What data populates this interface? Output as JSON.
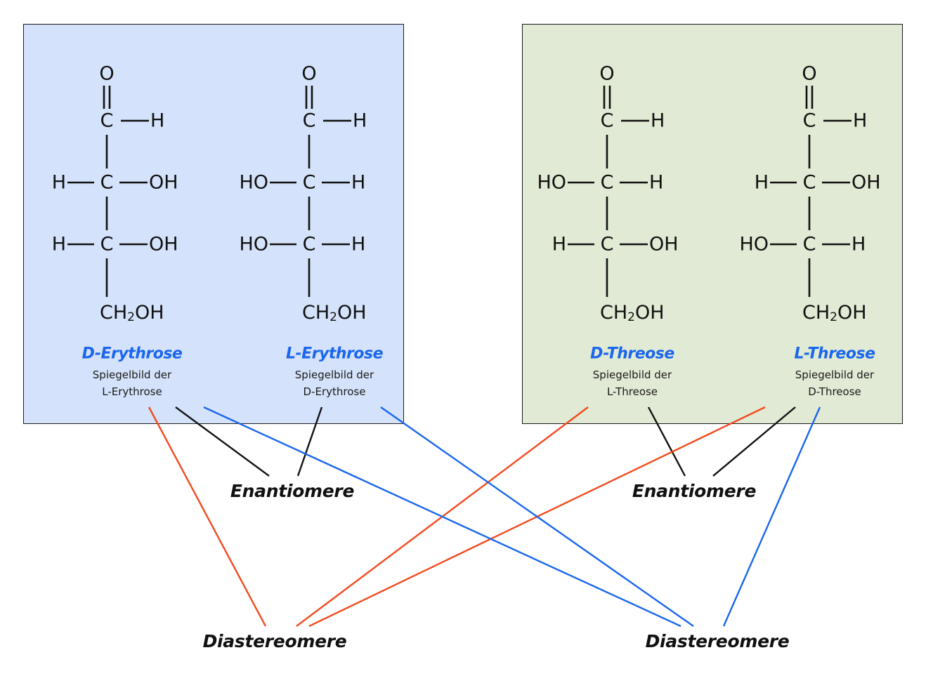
{
  "colors": {
    "erythrose_box": "#d4e2fb",
    "threose_box": "#e1ead4",
    "name_blue": "#1a66ee",
    "enantiomer_line": "#111111",
    "diastereomer_red": "#f24a1e",
    "diastereomer_blue": "#1a66ee"
  },
  "groups": [
    {
      "id": "erythrose",
      "molecules": [
        {
          "name": "D-Erythrose",
          "description_line1": "Spiegelbild der",
          "description_line2": "L-Erythrose",
          "top": {
            "o": "O",
            "c": "C",
            "right": "H"
          },
          "rows": [
            {
              "left": "H",
              "center": "C",
              "right": "OH"
            },
            {
              "left": "H",
              "center": "C",
              "right": "OH"
            }
          ],
          "bottom": {
            "main": "CH",
            "sub": "2",
            "tail": "OH"
          }
        },
        {
          "name": "L-Erythrose",
          "description_line1": "Spiegelbild der",
          "description_line2": "D-Erythrose",
          "top": {
            "o": "O",
            "c": "C",
            "right": "H"
          },
          "rows": [
            {
              "left": "HO",
              "center": "C",
              "right": "H"
            },
            {
              "left": "HO",
              "center": "C",
              "right": "H"
            }
          ],
          "bottom": {
            "main": "CH",
            "sub": "2",
            "tail": "OH"
          }
        }
      ]
    },
    {
      "id": "threose",
      "molecules": [
        {
          "name": "D-Threose",
          "description_line1": "Spiegelbild der",
          "description_line2": "L-Threose",
          "top": {
            "o": "O",
            "c": "C",
            "right": "H"
          },
          "rows": [
            {
              "left": "HO",
              "center": "C",
              "right": "H"
            },
            {
              "left": "H",
              "center": "C",
              "right": "OH"
            }
          ],
          "bottom": {
            "main": "CH",
            "sub": "2",
            "tail": "OH"
          }
        },
        {
          "name": "L-Threose",
          "description_line1": "Spiegelbild der",
          "description_line2": "D-Threose",
          "top": {
            "o": "O",
            "c": "C",
            "right": "H"
          },
          "rows": [
            {
              "left": "H",
              "center": "C",
              "right": "OH"
            },
            {
              "left": "HO",
              "center": "C",
              "right": "H"
            }
          ],
          "bottom": {
            "main": "CH",
            "sub": "2",
            "tail": "OH"
          }
        }
      ]
    }
  ],
  "relations": {
    "enantiomers_left": "Enantiomere",
    "enantiomers_right": "Enantiomere",
    "diastereomers_left": "Diastereomere",
    "diastereomers_right": "Diastereomere"
  },
  "connections": [
    {
      "from": "D-Erythrose",
      "to": "enantiomers_left",
      "kind": "enantiomer"
    },
    {
      "from": "L-Erythrose",
      "to": "enantiomers_left",
      "kind": "enantiomer"
    },
    {
      "from": "D-Threose",
      "to": "enantiomers_right",
      "kind": "enantiomer"
    },
    {
      "from": "L-Threose",
      "to": "enantiomers_right",
      "kind": "enantiomer"
    },
    {
      "from": "D-Erythrose",
      "to": "diastereomers_left",
      "kind": "diastereomer-red"
    },
    {
      "from": "D-Threose",
      "to": "diastereomers_left",
      "kind": "diastereomer-red"
    },
    {
      "from": "L-Threose",
      "to": "diastereomers_left",
      "kind": "diastereomer-red"
    },
    {
      "from": "D-Erythrose",
      "to": "diastereomers_right",
      "kind": "diastereomer-blue"
    },
    {
      "from": "L-Erythrose",
      "to": "diastereomers_right",
      "kind": "diastereomer-blue"
    },
    {
      "from": "L-Threose",
      "to": "diastereomers_right",
      "kind": "diastereomer-blue"
    }
  ]
}
